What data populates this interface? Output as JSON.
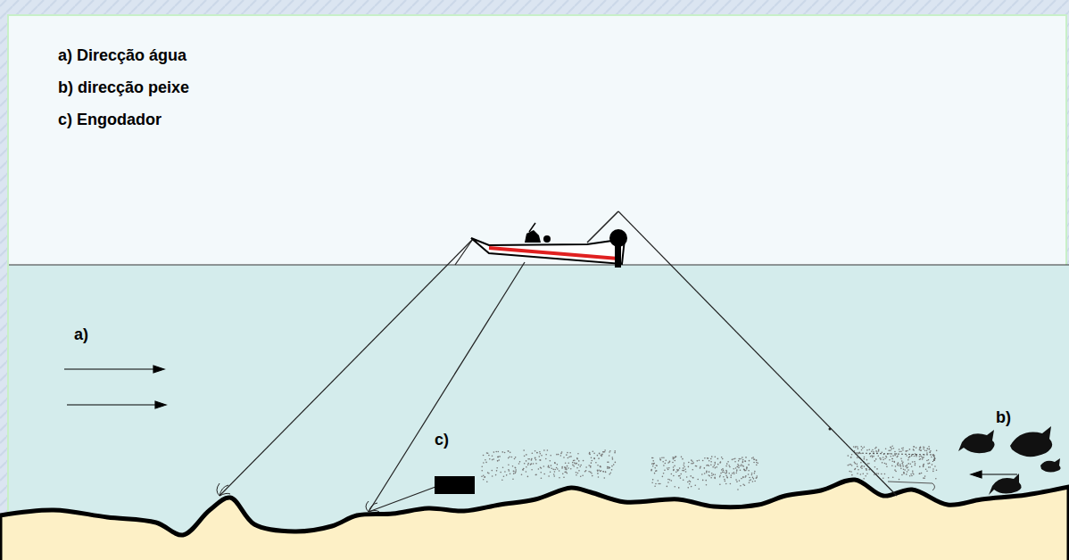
{
  "diagram": {
    "labels": [
      "a) Direcção água",
      "b) direcção peixe",
      "c) Engodador",
      "a)",
      "c)",
      "b)"
    ]
  }
}
